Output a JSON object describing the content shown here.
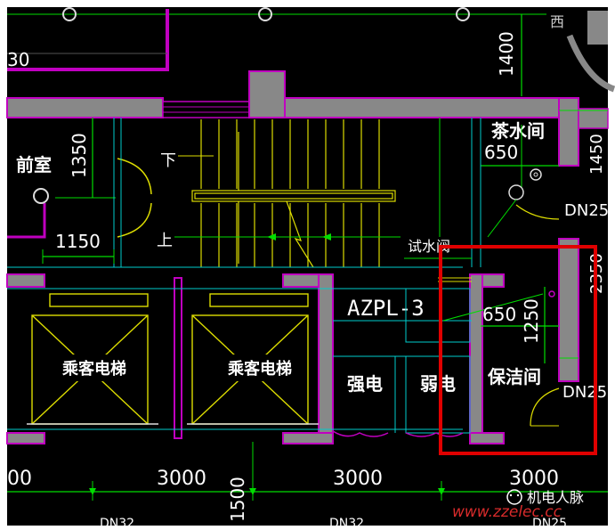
{
  "labels": {
    "front_room": "前室",
    "tea_room": "茶水间",
    "janitor_room": "保洁间",
    "strong_elec": "强电",
    "weak_elec": "弱电",
    "elevator_1": "乘客电梯",
    "elevator_2": "乘客电梯",
    "down": "下",
    "up": "上",
    "test_valve": "试水阀",
    "azpl": "AZPL-3",
    "west": "西"
  },
  "dims": {
    "d30": "30",
    "d1400": "1400",
    "d1350": "1350",
    "d650_top": "650",
    "d1150": "1150",
    "d1450": "1450",
    "d650_mid": "650",
    "d1250": "1250",
    "d2350": "2350",
    "b00": "00",
    "b3000_a": "3000",
    "b1500": "1500",
    "b3000_b": "3000",
    "b3000_c": "3000"
  },
  "pipes": {
    "dn25_top": "DN25",
    "dn25_bot": "DN25",
    "dn32_a": "DN32",
    "dn32_b": "DN32",
    "dn25_c": "DN25"
  },
  "watermark": {
    "brand": "机电人脉",
    "url": "www.zzelec.cc"
  },
  "colors": {
    "background": "#000000",
    "wall": "#888888",
    "wall_outline": "#c000c0",
    "dimension": "#00dd00",
    "stair": "#dddd00",
    "cyan": "#00cccc",
    "highlight": "#e00000"
  }
}
